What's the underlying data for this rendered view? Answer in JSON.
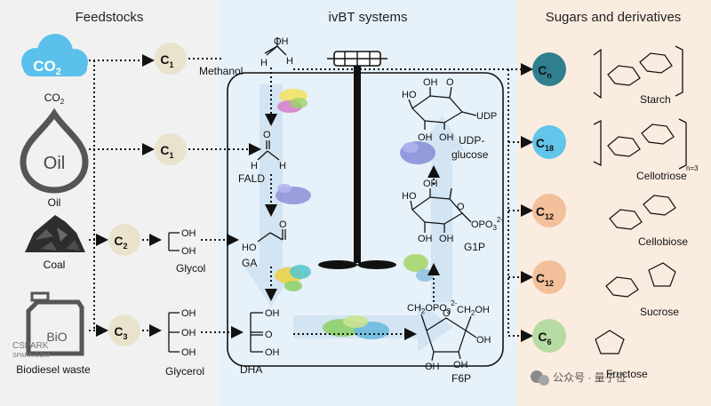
{
  "headers": {
    "left": "Feedstocks",
    "middle": "ivBT systems",
    "right": "Sugars and derivatives"
  },
  "feedstocks": {
    "co2_icon_text": "CO",
    "co2_icon_sub": "2",
    "co2_label": "CO",
    "co2_label_sub": "2",
    "oil_icon_text": "Oil",
    "oil_label": "Oil",
    "coal_label": "Coal",
    "bio_icon_text": "BiO",
    "bio_label": "Biodiesel waste"
  },
  "carbon_nodes": {
    "c1_methanol": {
      "main": "C",
      "sub": "1"
    },
    "c1_oil": {
      "main": "C",
      "sub": "1"
    },
    "c2_glycol": {
      "main": "C",
      "sub": "2"
    },
    "c3_glycerol": {
      "main": "C",
      "sub": "3"
    }
  },
  "intermediates": {
    "methanol": "Methanol",
    "glycol": "Glycol",
    "glycerol": "Glycerol",
    "fald": "FALD",
    "ga": "GA",
    "dha": "DHA",
    "f6p": "F6P",
    "g1p": "G1P",
    "udp_glucose": "UDP-glucose",
    "udp_glucose_line1": "UDP-",
    "udp_glucose_line2": "glucose",
    "udp": "UDP",
    "opo3": "OPO",
    "opo3_sub": "3",
    "opo3_sup": "2-",
    "ch2opo3": "CH",
    "ch2opo3_sub1": "2",
    "ch2opo3_mid": "OPO",
    "ch2opo3_sub2": "3",
    "ch2opo3_sup": "2-",
    "ch2oh": "CH",
    "ch2oh_sub": "2",
    "ch2oh_tail": "OH",
    "oh": "OH",
    "h": "H",
    "o": "O"
  },
  "products": [
    {
      "main": "C",
      "sub": "n",
      "label": "Starch",
      "color": "#2f7f8f"
    },
    {
      "main": "C",
      "sub": "18",
      "label": "Cellotriose",
      "color": "#62c5ea",
      "suffix": "n=3"
    },
    {
      "main": "C",
      "sub": "12",
      "label": "Cellobiose",
      "color": "#f2c09a"
    },
    {
      "main": "C",
      "sub": "12",
      "label": "Sucrose",
      "color": "#f2c09a"
    },
    {
      "main": "C",
      "sub": "6",
      "label": "Fructose",
      "color": "#b7dca3"
    }
  ],
  "watermark": {
    "logo_text": "公众号 · 量子位",
    "corner_text": "CSPARK",
    "corner_sub": "SPARK.COM"
  },
  "colors": {
    "left_panel": "#f1f1f1",
    "middle_panel": "#e6f1fa",
    "right_panel": "#fbece0",
    "node_beige": "#e9e3cd",
    "cloud_blue": "#5bc1ec"
  }
}
